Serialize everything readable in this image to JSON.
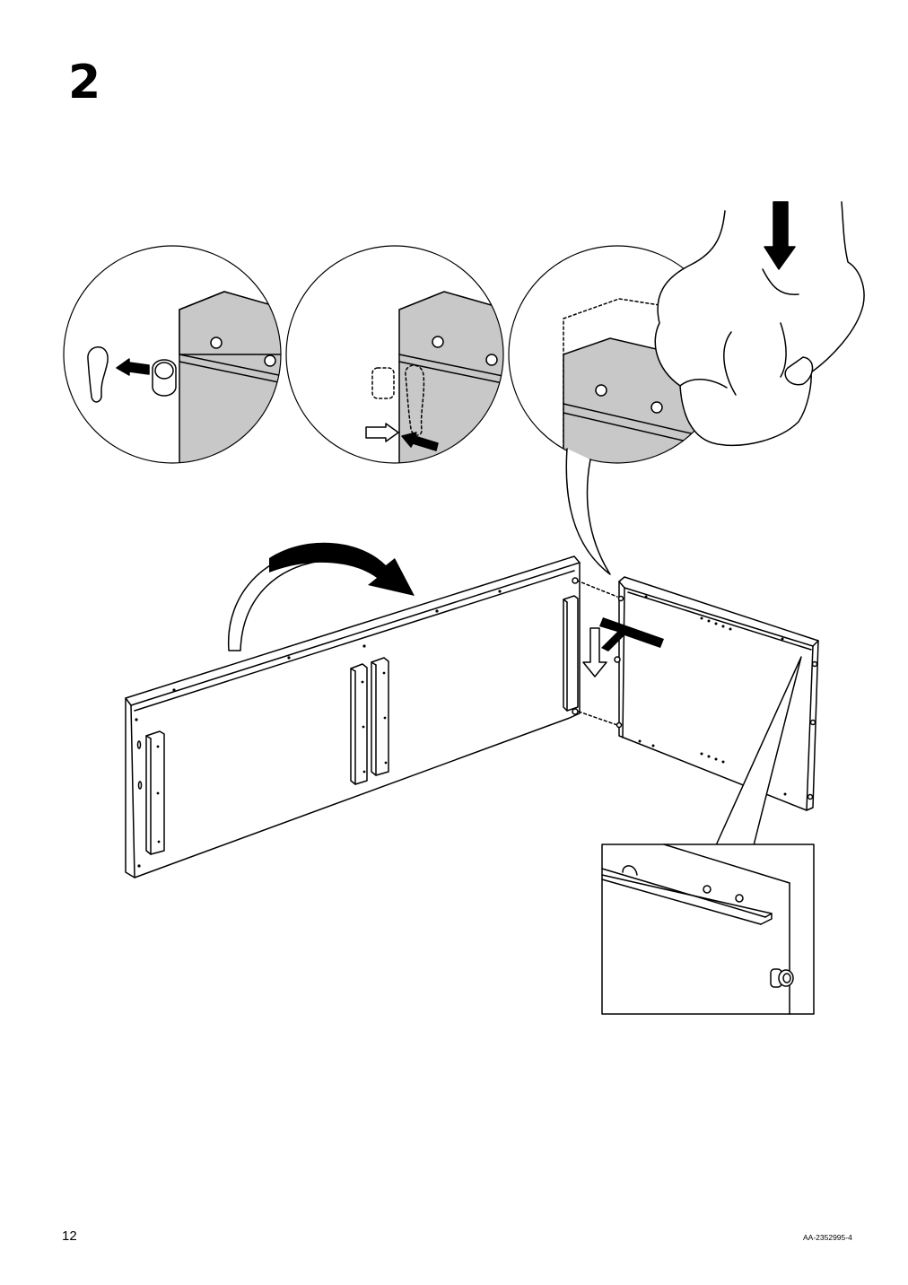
{
  "step": {
    "number": "2"
  },
  "footer": {
    "page_number": "12",
    "document_code": "AA-2352995-4"
  },
  "illustration": {
    "panels": [
      "detail-insert-fitting",
      "detail-push-fitting",
      "detail-press-down-hand",
      "detail-corner-with-dowel"
    ],
    "colors": {
      "line": "#000000",
      "panel_fill": "#c8c8c8",
      "background": "#ffffff"
    }
  }
}
